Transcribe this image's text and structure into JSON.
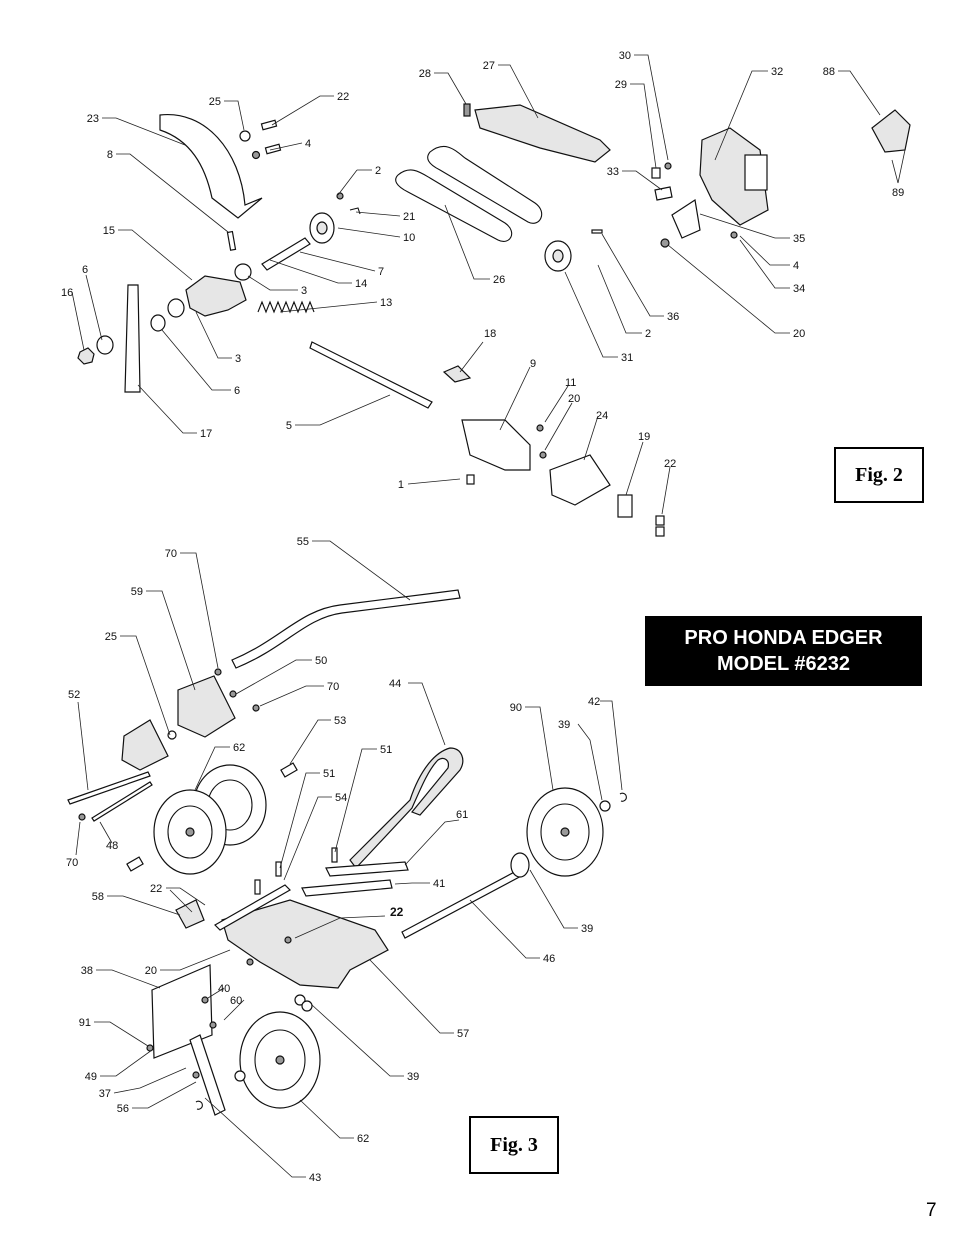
{
  "title": {
    "line1": "PRO HONDA EDGER",
    "line2": "MODEL #6232"
  },
  "figures": {
    "fig2": "Fig. 2",
    "fig3": "Fig. 3"
  },
  "page_number": "7",
  "fig2_callouts": [
    "1",
    "2",
    "2",
    "3",
    "3",
    "4",
    "4",
    "5",
    "6",
    "6",
    "7",
    "8",
    "9",
    "10",
    "11",
    "13",
    "14",
    "15",
    "16",
    "17",
    "18",
    "19",
    "20",
    "20",
    "21",
    "22",
    "22",
    "23",
    "24",
    "25",
    "26",
    "27",
    "28",
    "29",
    "30",
    "31",
    "32",
    "33",
    "34",
    "35",
    "36",
    "88",
    "89"
  ],
  "fig3_callouts": [
    "20",
    "22",
    "22",
    "25",
    "37",
    "38",
    "39",
    "39",
    "39",
    "40",
    "41",
    "42",
    "43",
    "44",
    "46",
    "48",
    "49",
    "50",
    "51",
    "51",
    "52",
    "53",
    "54",
    "55",
    "56",
    "57",
    "58",
    "59",
    "60",
    "61",
    "62",
    "62",
    "70",
    "70",
    "70",
    "90",
    "91"
  ]
}
